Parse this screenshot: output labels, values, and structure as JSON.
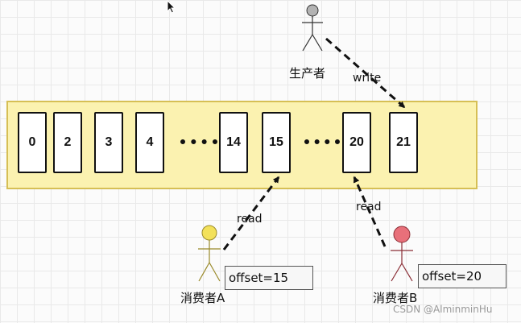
{
  "queue": {
    "cells": [
      "0",
      "2",
      "3",
      "4",
      "14",
      "15",
      "20",
      "21"
    ]
  },
  "producer": {
    "label": "生产者",
    "action": "write",
    "color": "#b3b3b3"
  },
  "consumer_a": {
    "label": "消费者A",
    "action": "read",
    "offset": "offset=15",
    "color": "#f3e15a"
  },
  "consumer_b": {
    "label": "消费者B",
    "action": "read",
    "offset": "offset=20",
    "color": "#e8707a"
  },
  "watermark": "CSDN @AlminminHu",
  "icons": [
    "mouse-pointer-icon",
    "producer-figure-icon",
    "consumer-a-figure-icon",
    "consumer-b-figure-icon"
  ]
}
